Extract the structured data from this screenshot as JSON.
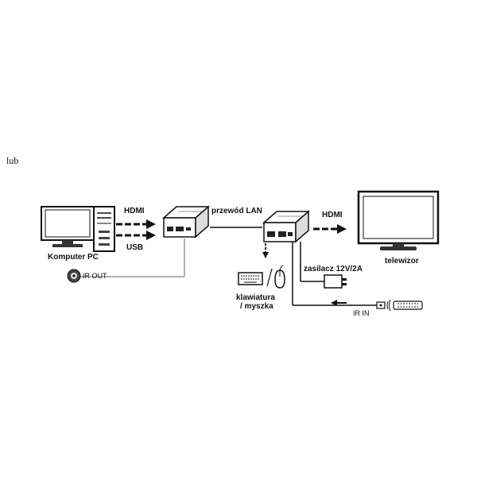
{
  "intro_word": "lub",
  "labels": {
    "computer": "Komputer PC",
    "hdmi_in": "HDMI",
    "usb": "USB",
    "lan_cable": "przewód LAN",
    "hdmi_out": "HDMI",
    "tv": "telewizor",
    "keyboard_line1": "klawiatura",
    "keyboard_line2": "/ myszka",
    "power": "zasilacz 12V/2A",
    "ir_out": "IR OUT",
    "ir_in": "IR IN"
  },
  "icons": [
    "computer-monitor-icon",
    "pc-tower-icon",
    "transmitter-icon",
    "receiver-icon",
    "tv-icon",
    "keyboard-icon",
    "mouse-icon",
    "power-adapter-icon",
    "ir-emitter-icon",
    "ir-receiver-icon",
    "remote-control-icon"
  ],
  "colors": {
    "ink": "#111111",
    "gray": "#808080"
  }
}
